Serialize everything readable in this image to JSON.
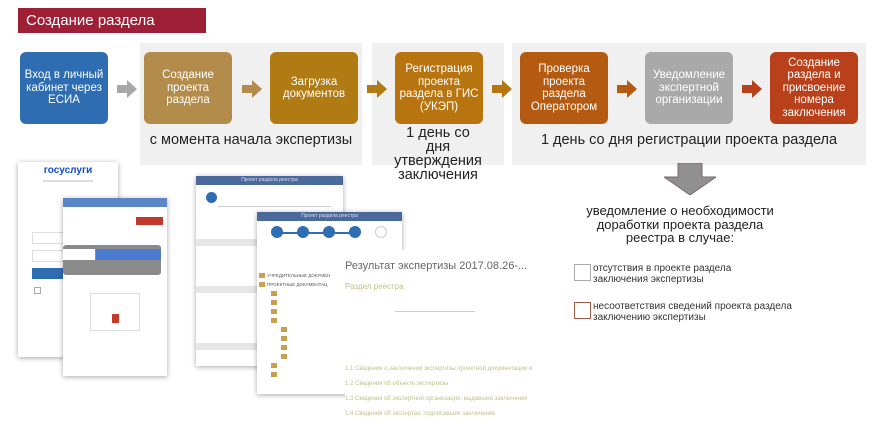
{
  "title": "Создание раздела реестра",
  "steps": [
    {
      "label": "Вход в личный кабинет через ЕСИА",
      "color": "#2f6db3"
    },
    {
      "label": "Создание проекта раздела",
      "color": "#b38c4c"
    },
    {
      "label": "Загрузка документов",
      "color": "#b07b13"
    },
    {
      "label": "Регистрация проекта раздела в ГИС (УКЭП)",
      "color": "#b8740f"
    },
    {
      "label": "Проверка проекта раздела Оператором",
      "color": "#b45b11"
    },
    {
      "label": "Уведомление экспертной организации",
      "color": "#a9a9a9"
    },
    {
      "label": "Создание раздела и присвоение номера заключения",
      "color": "#b8411b"
    }
  ],
  "timings": {
    "stage1": "с момента начала экспертизы",
    "stage2": "1 день со дня утверждения заключения",
    "stage3": "1 день со дня регистрации проекта раздела"
  },
  "notification": {
    "text": "уведомление о необходимости доработки проекта раздела реестра в случае:",
    "cases": [
      "отсутствия в проекте раздела заключения экспертизы",
      "несоответствия сведений проекта раздела заключению экспертизы"
    ]
  },
  "screenshots": {
    "gosuslugi_logo": "госуслуги",
    "project_header": "Проект раздела реестра",
    "tree": [
      "УЧРЕДИТЕЛЬНЫЕ ДОКУМЕН",
      "ПРОЕКТНЫЕ ДОКУМЕНТАЦ"
    ],
    "result_title": "Результат экспертизы 2017.08.26-...",
    "result_section": "Раздел реестра",
    "result_items": [
      "1.1 Сведения о заключении экспертизы проектной документации и",
      "1.2 Сведения об объекте экспертизы",
      "1.3 Сведения об экспертной организации, выдавшей заключение",
      "1.4 Сведения об экспертах, подписавших заключение"
    ]
  }
}
